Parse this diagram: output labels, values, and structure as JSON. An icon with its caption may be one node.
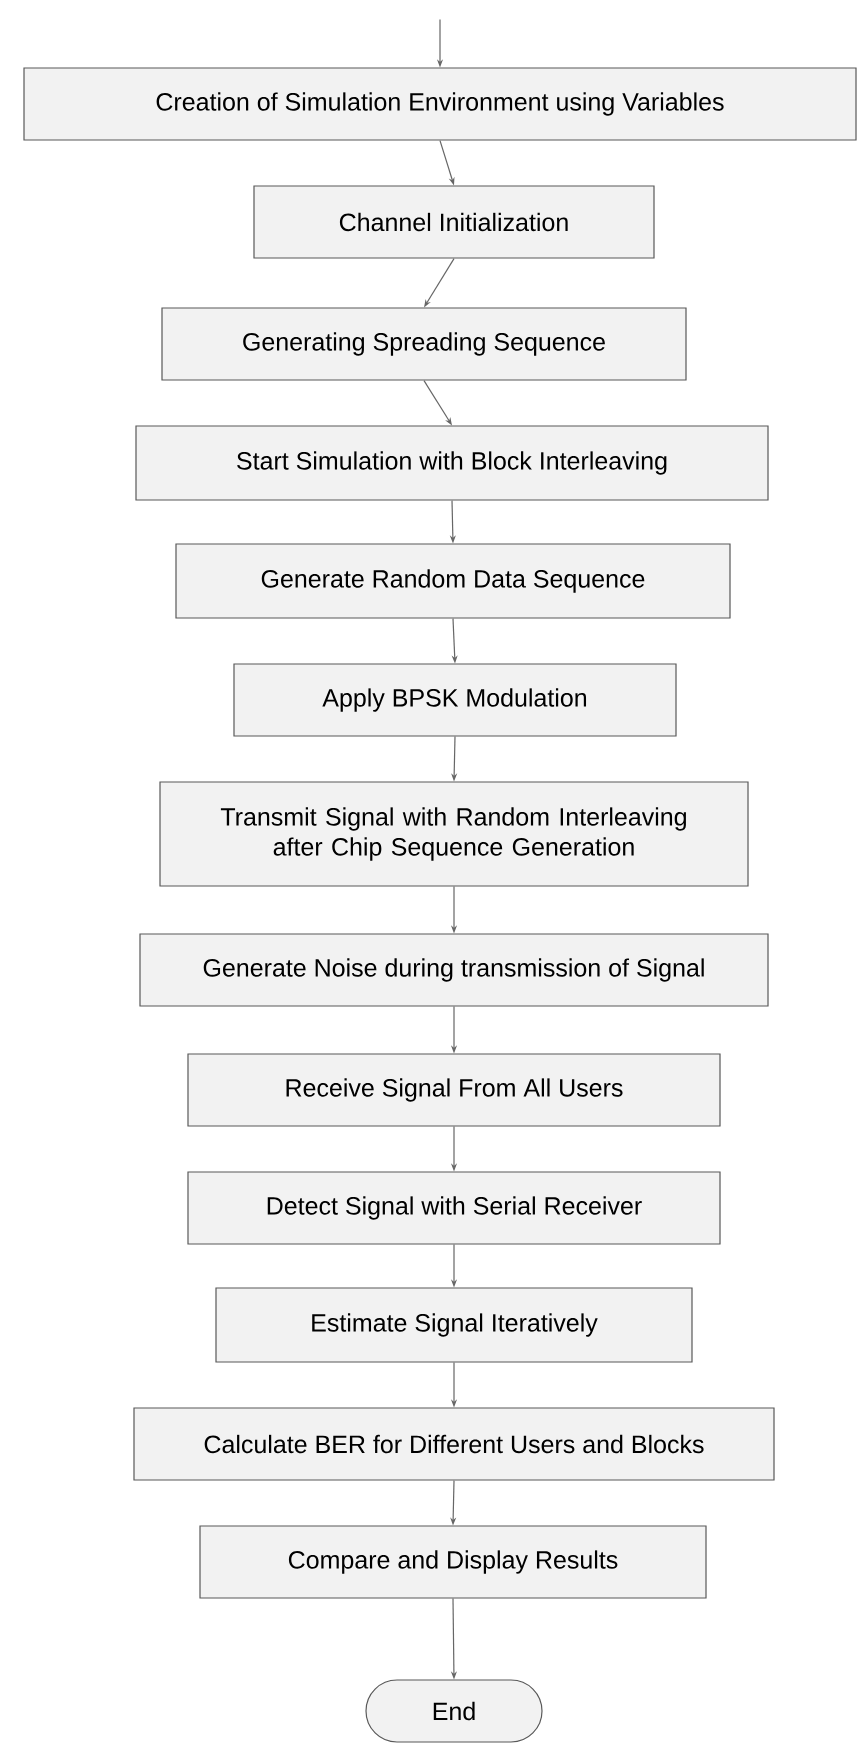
{
  "diagram": {
    "nodes": [
      {
        "text": [
          "Creation of Simulation Environment using Variables"
        ]
      },
      {
        "text": [
          "Channel Initialization"
        ]
      },
      {
        "text": [
          "Generating Spreading Sequence"
        ]
      },
      {
        "text": [
          "Start Simulation with Block Interleaving"
        ]
      },
      {
        "text": [
          "Generate Random Data Sequence"
        ]
      },
      {
        "text": [
          "Apply BPSK Modulation"
        ]
      },
      {
        "text": [
          "Transmit Signal with Random Interleaving after Chip Sequence Generation"
        ]
      },
      {
        "text": [
          "Generate Noise during transmission of Signal"
        ]
      },
      {
        "text": [
          "Receive Signal From All Users"
        ]
      },
      {
        "text": [
          "Detect Signal with Serial Receiver"
        ]
      },
      {
        "text": [
          "Estimate Signal Iteratively"
        ]
      },
      {
        "text": [
          "Calculate BER for Different Users and Blocks"
        ]
      },
      {
        "text": [
          "Compare and Display Results"
        ]
      },
      {
        "text": [
          "End"
        ]
      }
    ],
    "edges": [
      {
        "from": null,
        "to": 0,
        "arrow": "to"
      },
      {
        "from": 0,
        "to": 1,
        "arrow": "to"
      },
      {
        "from": 1,
        "to": 2,
        "arrow": "to"
      },
      {
        "from": 2,
        "to": 3,
        "arrow": "to"
      },
      {
        "from": 3,
        "to": 4,
        "arrow": "to"
      },
      {
        "from": 4,
        "to": 5,
        "arrow": "to"
      },
      {
        "from": 5,
        "to": 6,
        "arrow": "to"
      },
      {
        "from": 6,
        "to": 7,
        "arrow": "to"
      },
      {
        "from": 7,
        "to": 8,
        "arrow": "to"
      },
      {
        "from": 8,
        "to": 9,
        "arrow": "to"
      },
      {
        "from": 9,
        "to": 10,
        "arrow": "to"
      },
      {
        "from": 10,
        "to": 11,
        "arrow": "to"
      },
      {
        "from": 11,
        "to": 12,
        "arrow": "to"
      },
      {
        "from": 12,
        "to": 13,
        "arrow": "to"
      }
    ]
  }
}
